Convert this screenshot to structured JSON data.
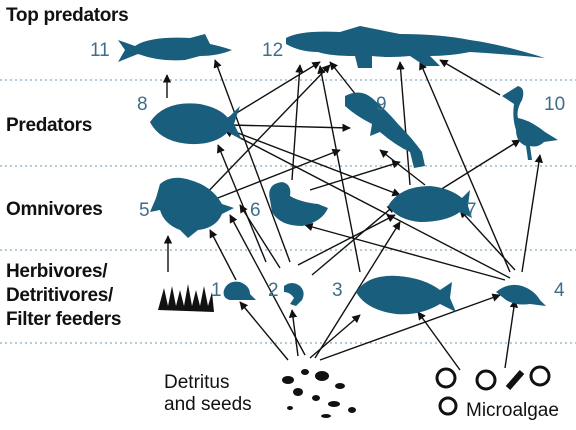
{
  "levels": [
    {
      "label_lines": [
        "Top predators"
      ]
    },
    {
      "label_lines": [
        "Predators"
      ]
    },
    {
      "label_lines": [
        "Omnivores"
      ]
    },
    {
      "label_lines": [
        "Herbivores/",
        "Detritivores/",
        "Filter feeders"
      ]
    }
  ],
  "organisms": [
    {
      "num": "1",
      "icon": "snail-icon"
    },
    {
      "num": "2",
      "icon": "shrimp-icon"
    },
    {
      "num": "3",
      "icon": "fish-icon"
    },
    {
      "num": "4",
      "icon": "crayfish-icon"
    },
    {
      "num": "5",
      "icon": "turtle-icon"
    },
    {
      "num": "6",
      "icon": "duck-icon"
    },
    {
      "num": "7",
      "icon": "fish-icon"
    },
    {
      "num": "8",
      "icon": "piranha-icon"
    },
    {
      "num": "9",
      "icon": "otter-icon"
    },
    {
      "num": "10",
      "icon": "heron-icon"
    },
    {
      "num": "11",
      "icon": "catfish-icon"
    },
    {
      "num": "12",
      "icon": "caiman-icon"
    }
  ],
  "sources": {
    "detritus_lines": [
      "Detritus",
      "and seeds"
    ],
    "microalgae": "Microalgae"
  },
  "colors": {
    "silhouette": "#1a5e7d",
    "number": "#3d6e8a",
    "arrow": "#111111",
    "divider": "#9bb8cc"
  }
}
